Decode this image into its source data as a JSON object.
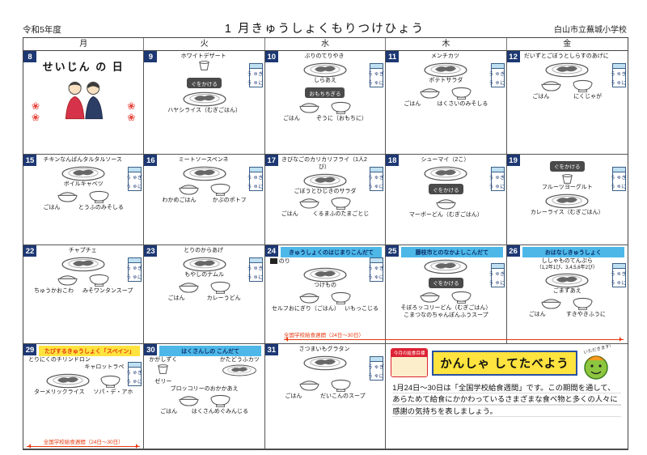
{
  "header": {
    "year": "令和5年度",
    "title": "1 月きゅうしょくもりつけひょう",
    "school": "白山市立蕪城小学校"
  },
  "weekdays": [
    "月",
    "火",
    "水",
    "木",
    "金"
  ],
  "common": {
    "milk1": "ぎゅう",
    "milk2": "にゅう",
    "gu_tag": "ぐをかける",
    "week_label": "全国学校給食週間（24日～30日）",
    "flower": "❀"
  },
  "days": {
    "d8": {
      "num": "8",
      "holiday": "せいじん の 日"
    },
    "d9": {
      "num": "9",
      "t1": "ホワイトデザート",
      "b1": "ハヤシライス（むぎごはん）"
    },
    "d10": {
      "num": "10",
      "t1": "ぶりのてりやき",
      "m1": "しらあえ",
      "tag": "おもちちぎる",
      "b1": "ごはん",
      "b2": "ぞうに（おもちに）"
    },
    "d11": {
      "num": "11",
      "t1": "メンチカツ",
      "m1": "ポテトサラダ",
      "b1": "ごはん",
      "b2": "はくさいのみそしる"
    },
    "d12": {
      "num": "12",
      "t1": "だいずとごぼうとしらすのあげに",
      "b1": "ごはん",
      "b2": "にくじゃが"
    },
    "d15": {
      "num": "15",
      "t1": "チキンなんばんタルタルソース",
      "m1": "ボイルキャベツ",
      "b1": "ごはん",
      "b2": "とうふのみそしる"
    },
    "d16": {
      "num": "16",
      "t1": "ミートソースペンネ",
      "b1": "わかめごはん",
      "b2": "かぶのポトフ"
    },
    "d17": {
      "num": "17",
      "t1": "きびなごのカリカリフライ（1人2び）",
      "m1": "ごぼうとひじきのサラダ",
      "b1": "ごはん",
      "b2": "くるまふのたまごとじ"
    },
    "d18": {
      "num": "18",
      "t1": "シューマイ（2こ）",
      "b1": "マーボーどん（むぎごはん）"
    },
    "d19": {
      "num": "19",
      "m1": "フルーツヨーグルト",
      "b1": "カレーライス（むぎごはん）"
    },
    "d22": {
      "num": "22",
      "t1": "チャプチェ",
      "b1": "ちゅうかおこわ",
      "b2": "みそワンタンスープ"
    },
    "d23": {
      "num": "23",
      "t1": "とりのからあげ",
      "m1": "もやしのナムル",
      "b1": "ごはん",
      "b2": "カレーうどん"
    },
    "d24": {
      "num": "24",
      "banner": "きゅうしょくのはじまりこんだて",
      "t1": "のり",
      "m1": "つけもの",
      "b1": "セルフおにぎり（ごはん）",
      "b2": "いもっこじる"
    },
    "d25": {
      "num": "25",
      "banner": "藤枝市とのなかよしこんだて",
      "b1": "そぼろッコリーどん（むぎごはん）",
      "b2": "こまつなのちゃんぽんふうスープ"
    },
    "d26": {
      "num": "26",
      "banner": "おはなしきゅうしょく",
      "t1": "ししゃものてんぷら",
      "t2": "（1,2年1び、3,4,5,6年2び）",
      "m1": "ごまずあえ",
      "b1": "ごはん",
      "b2": "すきやきふうに"
    },
    "d29": {
      "num": "29",
      "banner": "たびするきゅうしょく「スペイン」",
      "t1": "とりにくのチリンドロン",
      "m1": "キャロットラペ",
      "b1": "ターメリックライス",
      "b2": "ソパ・デ・アホ"
    },
    "d30": {
      "num": "30",
      "banner": "はくさんしの こんだて",
      "t1": "かがしずく",
      "t2": "ゼリー",
      "m1": "かたどうふカツ",
      "m2": "ブロッコリーのおかかあえ",
      "b1": "ごはん",
      "b2": "はくさんめぐみんじる"
    },
    "d31": {
      "num": "31",
      "t1": "さつまいもグラタン",
      "b1": "ごはん",
      "b2": "だいこんのスープ"
    }
  },
  "announcement": {
    "badge": "今月の給食目標",
    "slogan": "かんしゃ してたべよう",
    "mascot_speech": "いただきます!",
    "body": "1月24日～30日は「全国学校給食週間」です。この期間を通して、あらためて給食にかかわっているさまざまな食べ物と多くの人々に感謝の気持ちを表しましょう。"
  }
}
